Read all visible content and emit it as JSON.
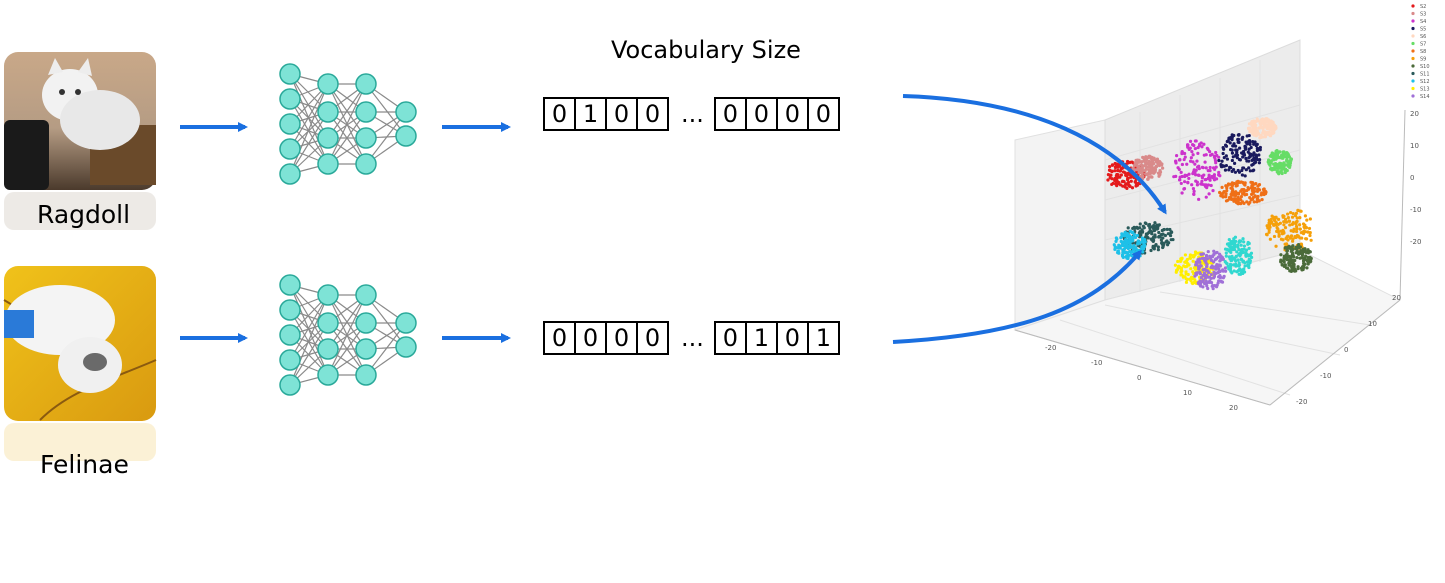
{
  "title": "Vocabulary Size",
  "rows": [
    {
      "label": "Ragdoll",
      "vector_left": [
        "0",
        "1",
        "0",
        "0"
      ],
      "ellipsis": "...",
      "vector_right": [
        "0",
        "0",
        "0",
        "0"
      ]
    },
    {
      "label": "Felinae",
      "vector_left": [
        "0",
        "0",
        "0",
        "0"
      ],
      "ellipsis": "...",
      "vector_right": [
        "0",
        "1",
        "0",
        "1"
      ]
    }
  ],
  "legend": [
    "S2",
    "S3",
    "S4",
    "S5",
    "S6",
    "S7",
    "S8",
    "S9",
    "S10",
    "S11",
    "S12",
    "S13",
    "S14"
  ],
  "colors": {
    "arrow": "#1a6fe0",
    "node_fill": "#7ee3d6",
    "node_stroke": "#2aa99a",
    "edge": "#8a8a8a"
  },
  "clusters": [
    {
      "color": "#e41a1c"
    },
    {
      "color": "#d98a8a"
    },
    {
      "color": "#cc33cc"
    },
    {
      "color": "#1a1a5e"
    },
    {
      "color": "#ffd8c0"
    },
    {
      "color": "#66dd66"
    },
    {
      "color": "#ef6f17"
    },
    {
      "color": "#f5a00a"
    },
    {
      "color": "#4b6b3a"
    },
    {
      "color": "#2a5a5a"
    },
    {
      "color": "#1ec0e8"
    },
    {
      "color": "#ffee00"
    },
    {
      "color": "#a070d8"
    },
    {
      "color": "#30d8d0"
    }
  ],
  "plot_ticks": {
    "z": [
      "20",
      "10",
      "0",
      "-10",
      "-20"
    ],
    "x": [
      "-20",
      "-10",
      "0",
      "10",
      "20"
    ],
    "y": [
      "20",
      "10",
      "0",
      "-10",
      "-20"
    ]
  }
}
